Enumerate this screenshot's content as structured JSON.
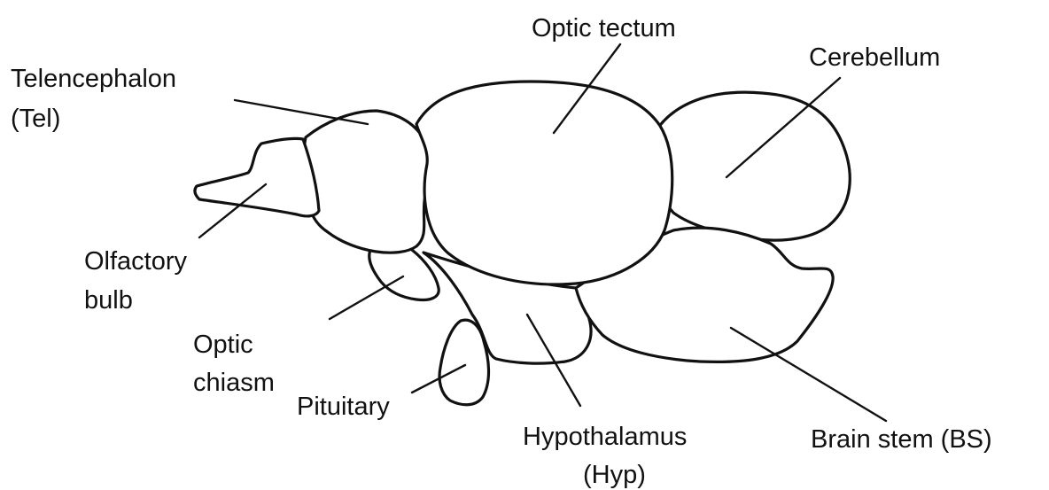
{
  "labels": {
    "optic_tectum": "Optic tectum",
    "cerebellum": "Cerebellum",
    "telencephalon_line1": "Telencephalon",
    "telencephalon_line2": "(Tel)",
    "olfactory_line1": "Olfactory",
    "olfactory_line2": "bulb",
    "optic_chiasm_line1": "Optic",
    "optic_chiasm_line2": "chiasm",
    "pituitary": "Pituitary",
    "hypothalamus_line1": "Hypothalamus",
    "hypothalamus_line2": "(Hyp)",
    "brain_stem": "Brain stem (BS)"
  },
  "colors": {
    "outline": "#111111",
    "fill": "#ffffff",
    "text": "#111111"
  }
}
